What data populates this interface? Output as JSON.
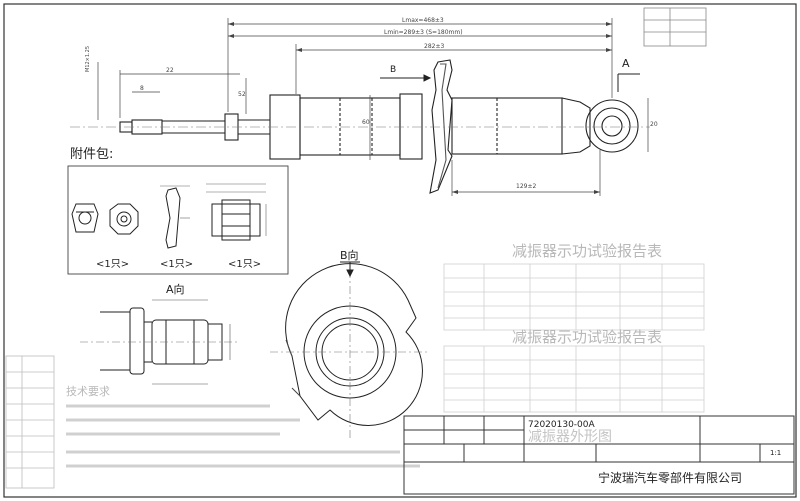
{
  "dims": {
    "lmax": "Lmax=468±3",
    "lmin": "Lmin=289±3 (S=180mm)",
    "l282": "282±3",
    "b": "B",
    "a": "A",
    "d60": "60",
    "d20": "20",
    "d52": "52",
    "d129": "129±2",
    "d_m12": "M12×1.25",
    "d22": "22",
    "d8": "8"
  },
  "accessories": {
    "title": "附件包:",
    "qty_nut": "<1只>",
    "qty_washer": "<1只>",
    "qty_bushing": "<1只>"
  },
  "views": {
    "a_view": "A向",
    "b_view": "B向"
  },
  "ghost_tables": {
    "table1_title": "减振器示功试验报告表",
    "table2_title": "减振器示功试验报告表"
  },
  "title_block": {
    "part_number": "72020130-00A",
    "part_name": "减振器外形图",
    "scale": "1:1",
    "company": "宁波瑞汽车零部件有限公司"
  },
  "notes_heading": "技术要求"
}
